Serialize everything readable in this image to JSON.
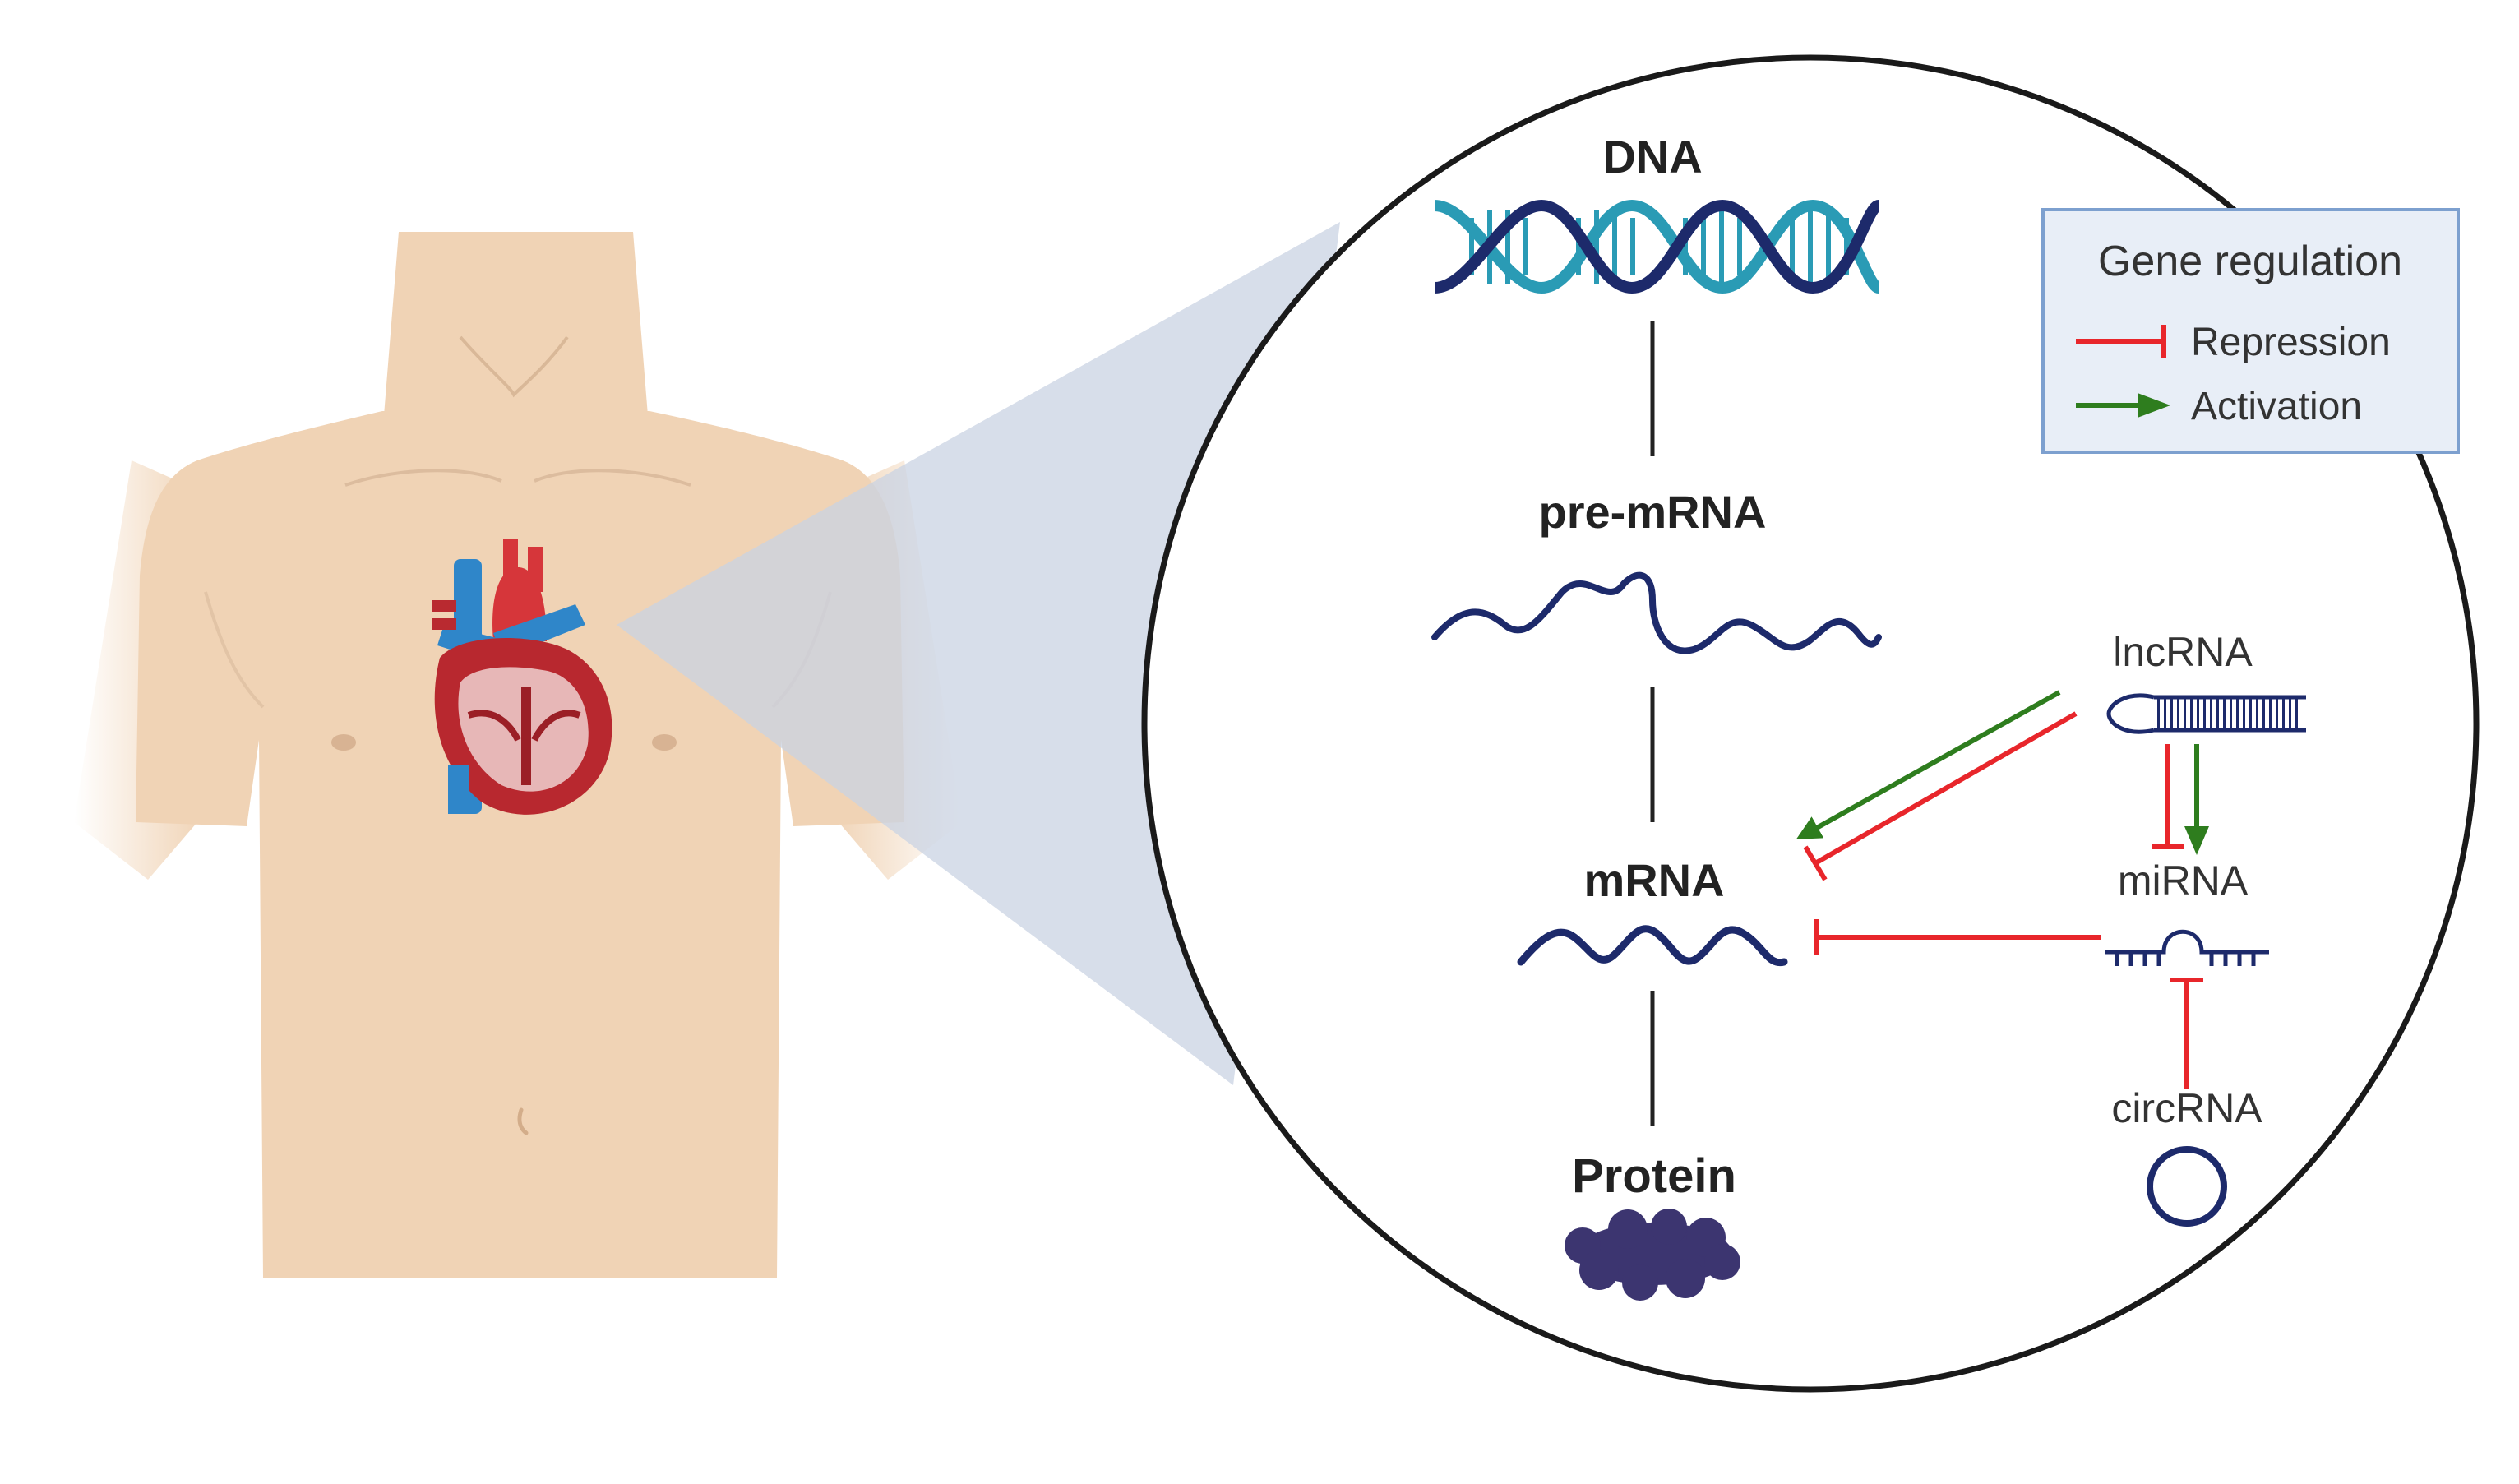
{
  "diagram": {
    "stages": {
      "dna": "DNA",
      "pre_mrna": "pre-mRNA",
      "mrna": "mRNA",
      "protein": "Protein"
    },
    "regulators": {
      "lncrna": "lncRNA",
      "mirna": "miRNA",
      "circrna": "circRNA"
    },
    "legend": {
      "title": "Gene regulation",
      "repression": "Repression",
      "activation": "Activation"
    },
    "colors": {
      "repression": "#e8262b",
      "activation": "#2e7d1e",
      "dna_dark": "#1d2a6b",
      "dna_light": "#2a9bb5",
      "rna": "#1d2a6b",
      "protein": "#3c3570",
      "skin": "#f0d3b5",
      "zoom_cone": "#c9d3e3",
      "legend_bg": "#e8eef7",
      "legend_border": "#7da0cf"
    },
    "icons": [
      "human-torso-icon",
      "heart-icon",
      "dna-double-helix-icon",
      "pre-mrna-strand-icon",
      "mrna-strand-icon",
      "protein-blob-icon",
      "lncrna-hairpin-icon",
      "mirna-icon",
      "circrna-ring-icon"
    ]
  }
}
